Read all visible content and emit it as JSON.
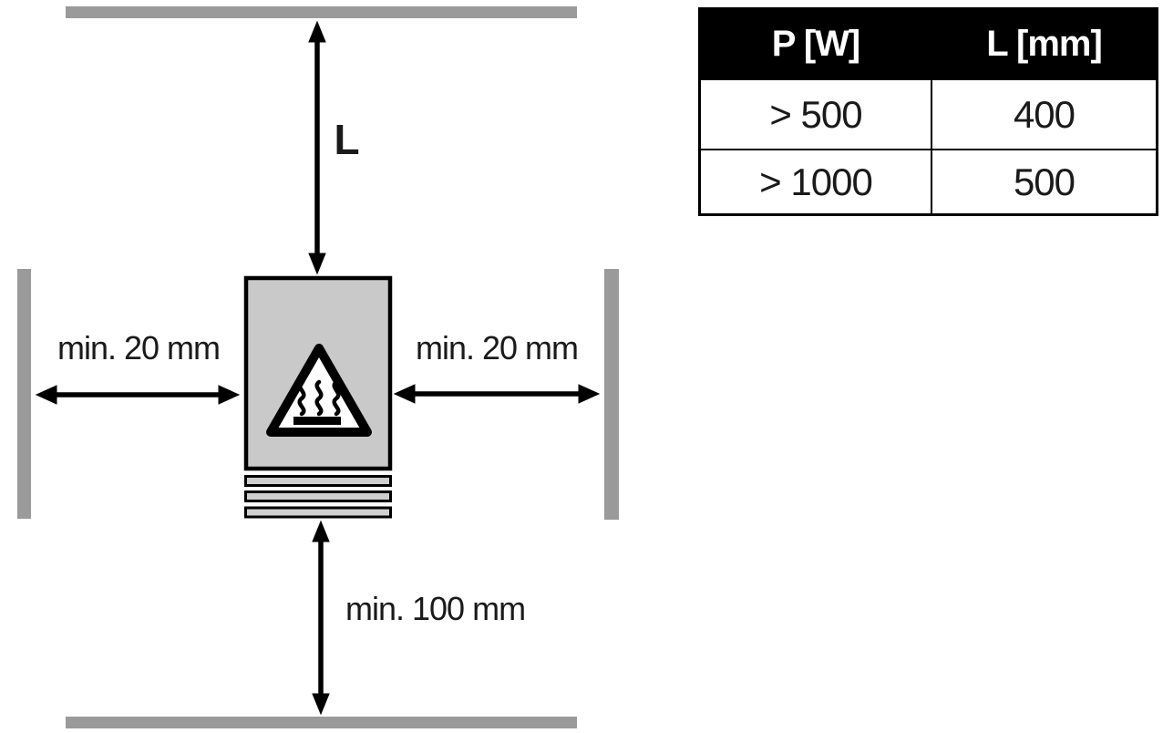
{
  "diagram": {
    "labels": {
      "distance_l": "L",
      "left_clearance": "min. 20 mm",
      "right_clearance": "min. 20 mm",
      "bottom_clearance": "min. 100 mm"
    },
    "colors": {
      "wall": "#9a9a9a",
      "device_fill": "#c9c9c9",
      "slat_fill": "#cfcfcf",
      "line": "#000000"
    },
    "icons": {
      "hot_surface_warning": "hot-surface-warning-icon"
    }
  },
  "table": {
    "headers": [
      "P [W]",
      "L [mm]"
    ],
    "rows": [
      {
        "p": "> 500",
        "l": "400"
      },
      {
        "p": "> 1000",
        "l": "500"
      }
    ],
    "header_bg": "#000000",
    "header_text_color": "#ffffff"
  }
}
